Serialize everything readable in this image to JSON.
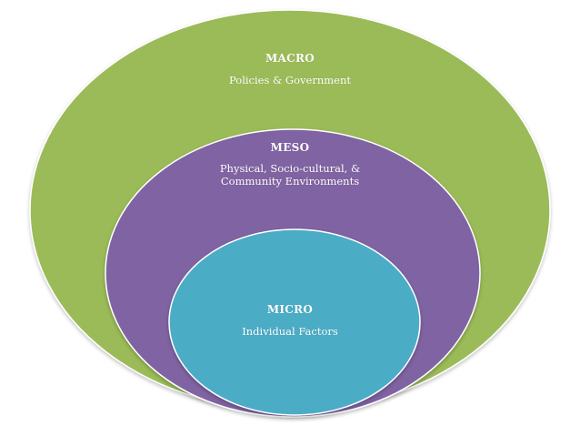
{
  "colors": {
    "macro_fill": "#9bbb59",
    "meso_fill": "#8064a2",
    "micro_fill": "#4bacc6",
    "label_text": "#ffffff"
  },
  "macro": {
    "title": "MACRO",
    "description": "Policies & Government"
  },
  "meso": {
    "title": "MESO",
    "description": "Physical, Socio-cultural, &\nCommunity Environments"
  },
  "micro": {
    "title": "MICRO",
    "description": "Individual Factors"
  }
}
